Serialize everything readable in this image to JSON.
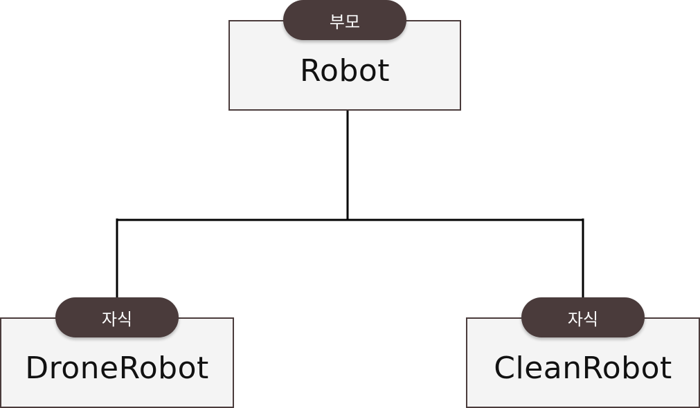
{
  "diagram": {
    "parent": {
      "role_badge": "부모",
      "name": "Robot"
    },
    "children": [
      {
        "role_badge": "자식",
        "name": "DroneRobot"
      },
      {
        "role_badge": "자식",
        "name": "CleanRobot"
      }
    ],
    "colors": {
      "badge_fill": "#4a3b3b",
      "box_fill": "#f4f4f4",
      "box_border": "#4a3b3b",
      "connector": "#000000"
    }
  }
}
